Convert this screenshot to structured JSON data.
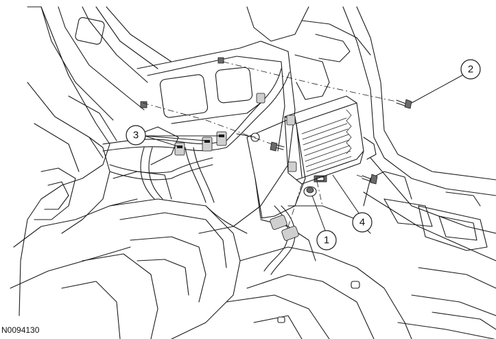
{
  "figure": {
    "id": "N0094130",
    "callouts": [
      {
        "key": "c1",
        "label": "1"
      },
      {
        "key": "c2",
        "label": "2"
      },
      {
        "key": "c3",
        "label": "3"
      },
      {
        "key": "c4",
        "label": "4"
      }
    ]
  }
}
